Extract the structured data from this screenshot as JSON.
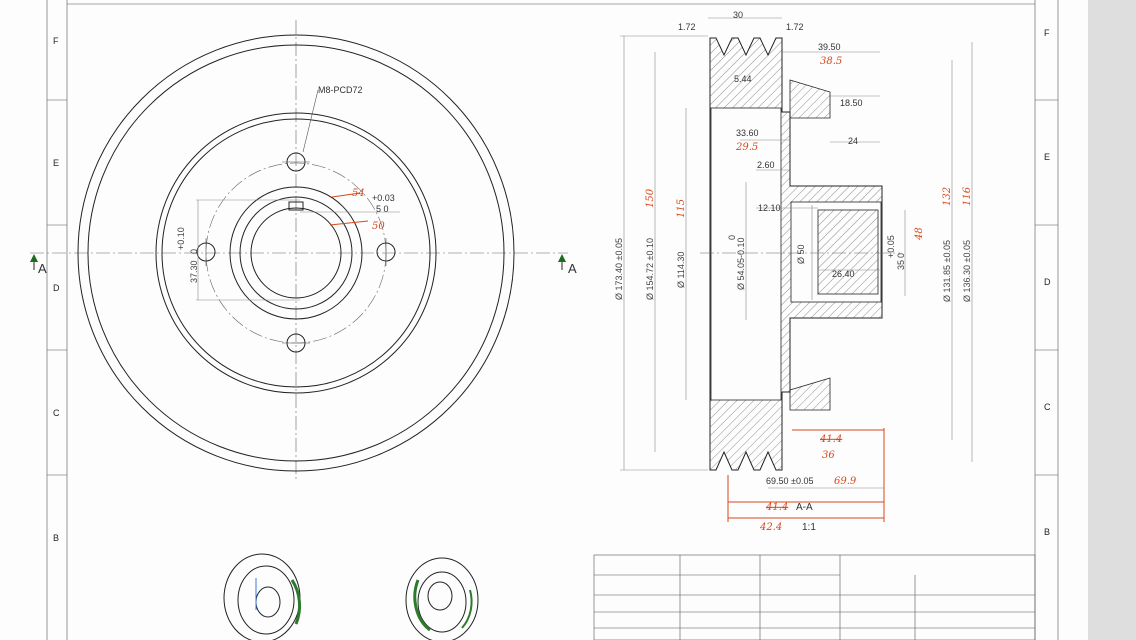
{
  "zones": {
    "left": [
      "F",
      "E",
      "D",
      "C",
      "B"
    ],
    "right": [
      "F",
      "E",
      "D",
      "C",
      "B"
    ]
  },
  "front_view": {
    "callout": "M8-PCD72",
    "section_mark": "A",
    "bore_tol": "+0.03",
    "bore_nom": "5  0",
    "bore_red": "54",
    "bore_red2": "50",
    "key_tol": "+0.10",
    "key_zero": "0",
    "key_nom": "37.30"
  },
  "section_view": {
    "title": "A-A",
    "scale": "1:1",
    "dims": {
      "top_width": "30",
      "lip_left": "1.72",
      "lip_right": "1.72",
      "d3950": "39.50",
      "r385": "38.5",
      "d544": "5.44",
      "d1850": "18.50",
      "d3360": "33.60",
      "r295": "29.5",
      "d24": "24",
      "d260": "2.60",
      "d1210": "12.10",
      "d2640": "26.40",
      "phi17340": "Ø 173.40 ±0.05",
      "phi15472": "Ø 154.72 ±0.10",
      "r150": "150",
      "phi11430": "Ø 114.30",
      "r115": "115",
      "phi5405_0": "0",
      "phi5405": "Ø 54.05-0.10",
      "phi50": "Ø 50",
      "tol005": "+0.05",
      "tol0": "0",
      "d35": "35",
      "r48": "48",
      "phi13185": "Ø 131.85 ±0.05",
      "r132": "132",
      "phi13630": "Ø 136.30 ±0.05",
      "r116": "116",
      "r_strike": "41.4",
      "r36": "36",
      "d6950": "69.50 ±0.05",
      "r699": "69.9",
      "r_strike2": "41.4",
      "r_strike3": "42.4"
    }
  }
}
